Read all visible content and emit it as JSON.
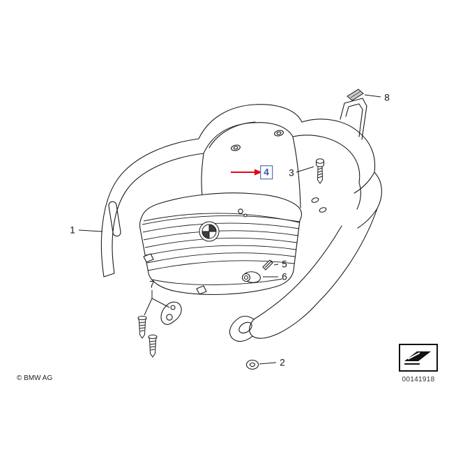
{
  "callouts": {
    "c1": "1",
    "c2": "2",
    "c3": "3",
    "c4": "4",
    "c5": "5",
    "c6": "6",
    "c7": "7",
    "c8": "8"
  },
  "highlighted_callout": "4",
  "colors": {
    "highlight_blue": "#3353a8",
    "arrow_red": "#e30613",
    "line_black": "#1a1a1a",
    "background": "#ffffff"
  },
  "footer": {
    "copyright": "© BMW AG",
    "doc_number": "00141918"
  }
}
